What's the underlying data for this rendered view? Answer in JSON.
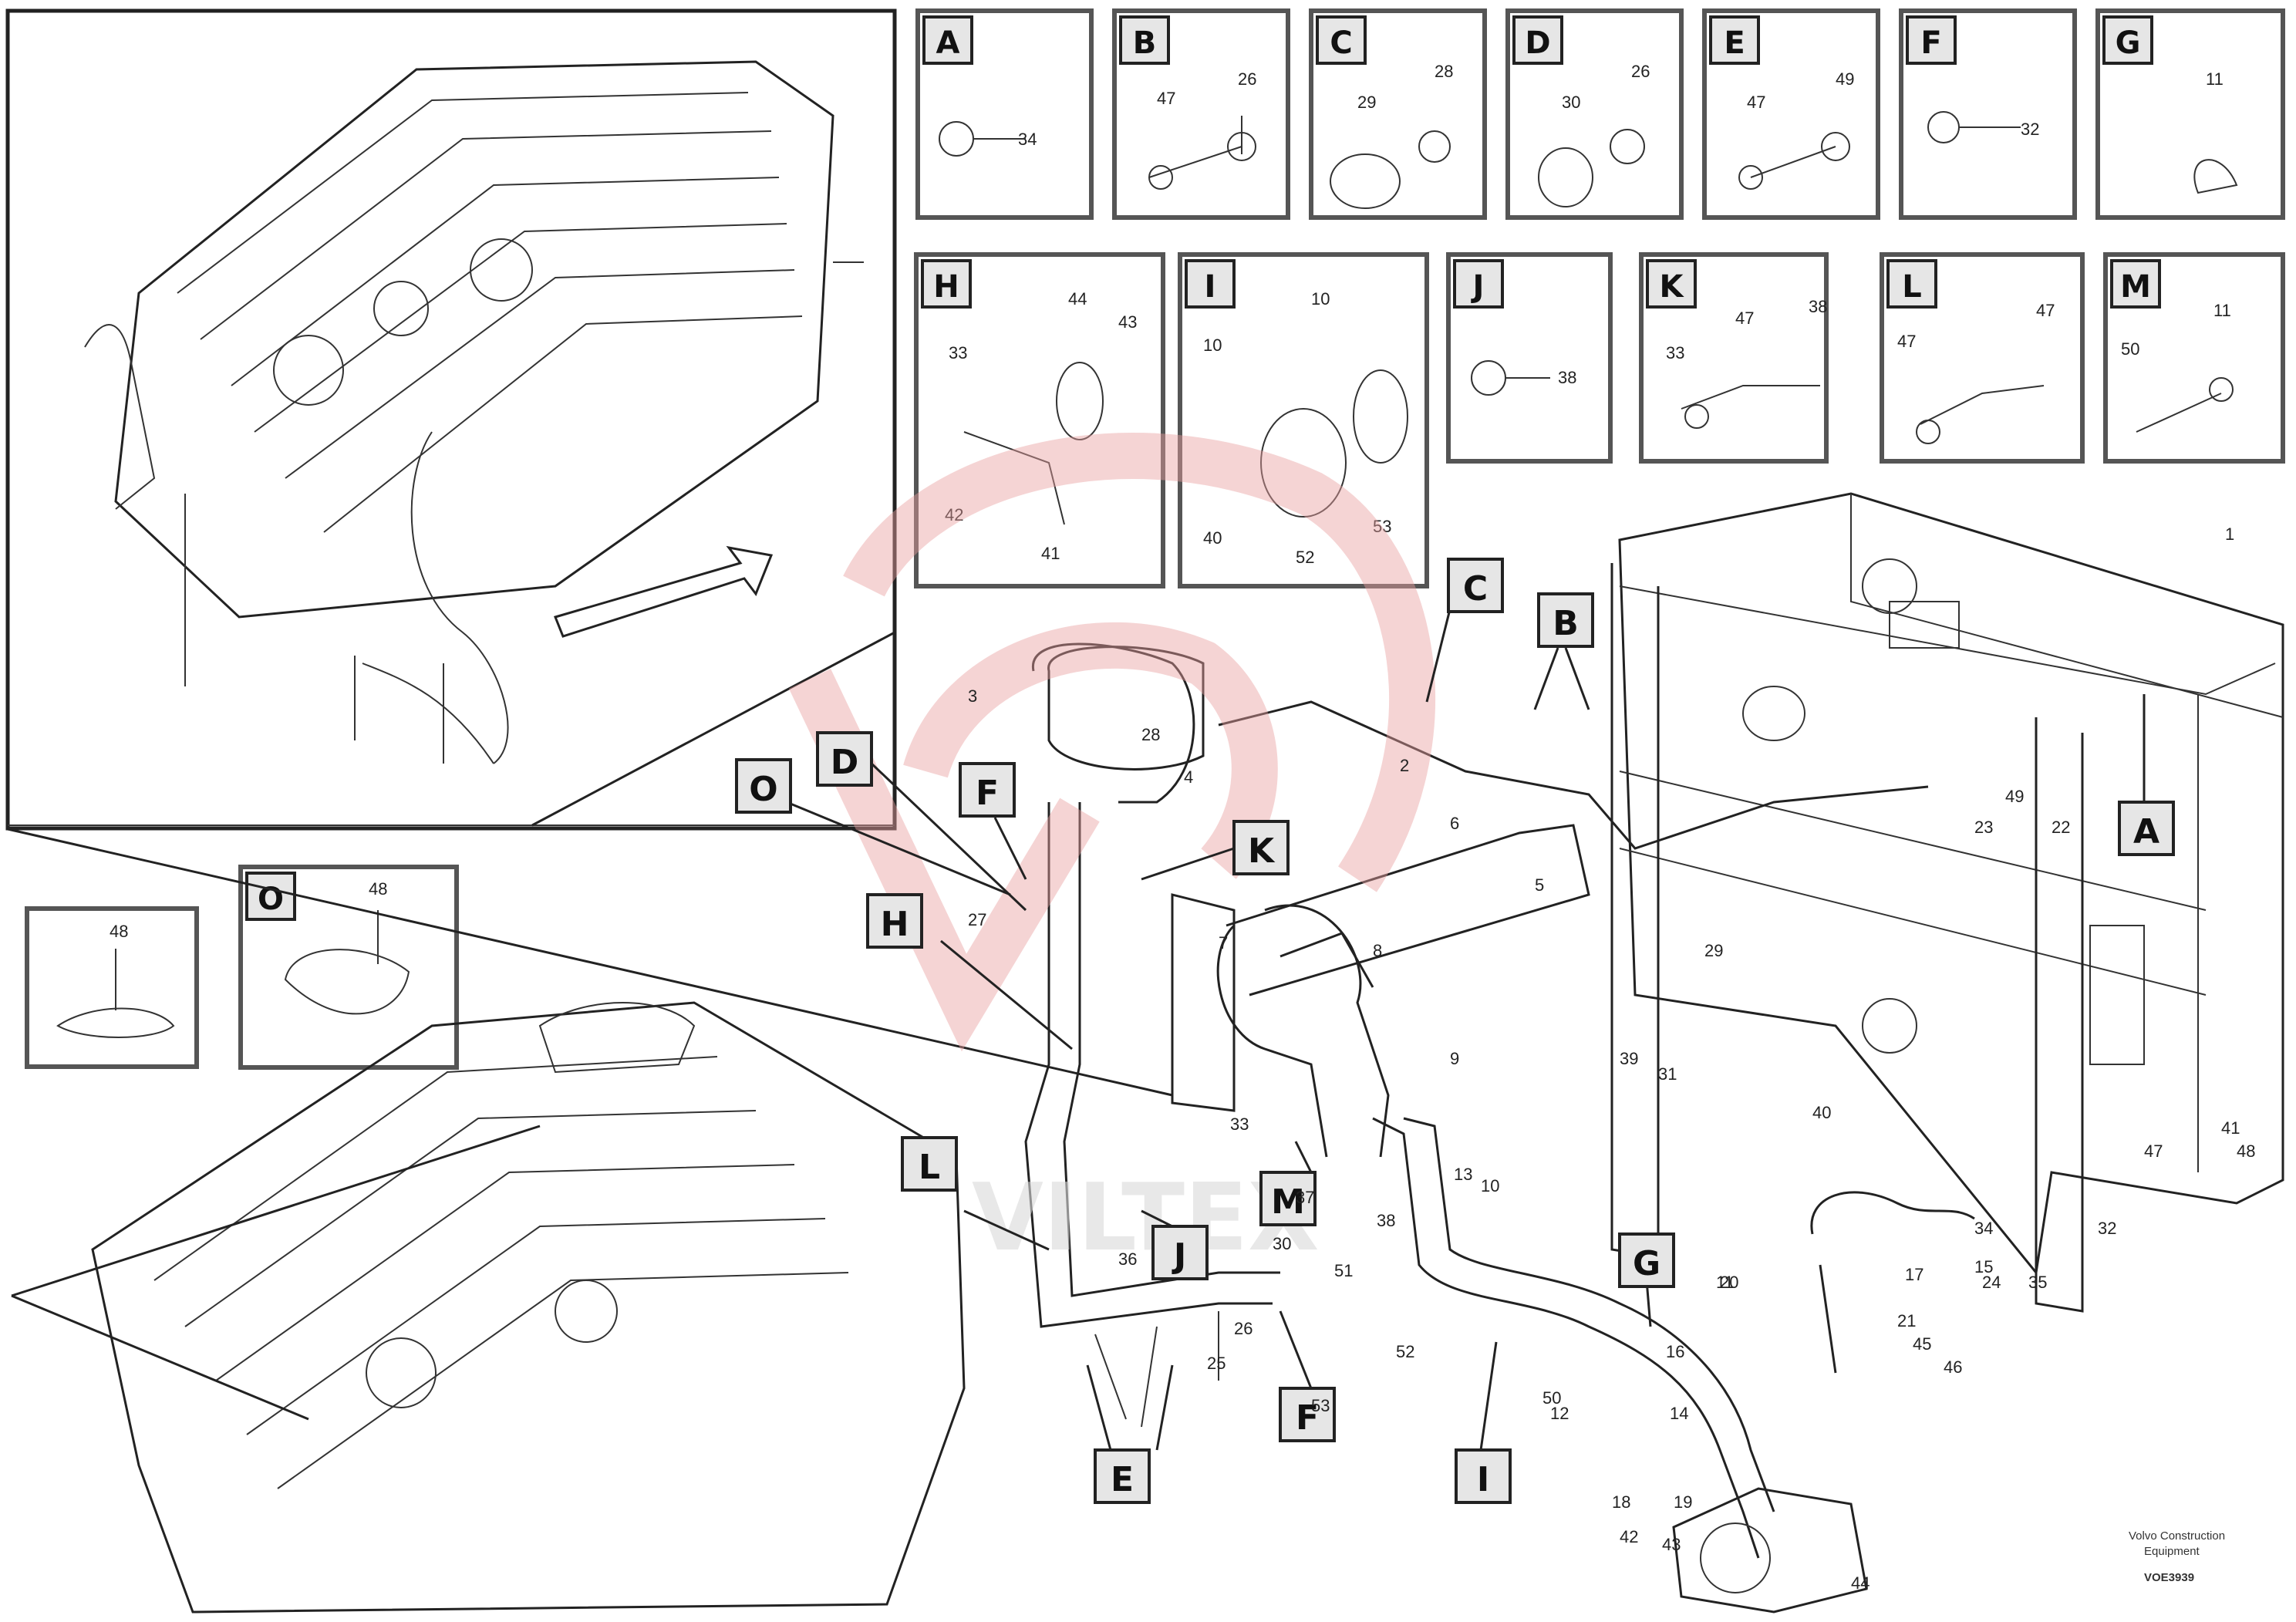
{
  "watermark": {
    "text": "VILTEX",
    "color": "#e8a0a0"
  },
  "detail_boxes": [
    {
      "letter": "A",
      "numbers": [
        "34"
      ]
    },
    {
      "letter": "B",
      "numbers": [
        "47",
        "26"
      ]
    },
    {
      "letter": "C",
      "numbers": [
        "29",
        "28"
      ]
    },
    {
      "letter": "D",
      "numbers": [
        "30",
        "26"
      ]
    },
    {
      "letter": "E",
      "numbers": [
        "47",
        "49"
      ]
    },
    {
      "letter": "F",
      "numbers": [
        "32"
      ]
    },
    {
      "letter": "G",
      "numbers": [
        "11"
      ]
    },
    {
      "letter": "H",
      "numbers": [
        "44",
        "43",
        "33",
        "42",
        "41"
      ]
    },
    {
      "letter": "I",
      "numbers": [
        "10",
        "10",
        "40",
        "52",
        "53"
      ]
    },
    {
      "letter": "J",
      "numbers": [
        "38"
      ]
    },
    {
      "letter": "K",
      "numbers": [
        "47",
        "38",
        "33"
      ]
    },
    {
      "letter": "L",
      "numbers": [
        "47",
        "47"
      ]
    },
    {
      "letter": "M",
      "numbers": [
        "11",
        "50"
      ]
    }
  ],
  "side_boxes": [
    {
      "letter": "",
      "numbers": [
        "48"
      ]
    },
    {
      "letter": "O",
      "numbers": [
        "48"
      ]
    }
  ],
  "callouts": [
    "C",
    "B",
    "A",
    "D",
    "O",
    "F",
    "K",
    "H",
    "L",
    "M",
    "J",
    "G",
    "E",
    "F",
    "I"
  ],
  "part_numbers": [
    "1",
    "2",
    "3",
    "4",
    "5",
    "6",
    "7",
    "8",
    "9",
    "10",
    "11",
    "12",
    "13",
    "14",
    "15",
    "16",
    "17",
    "18",
    "19",
    "20",
    "21",
    "22",
    "23",
    "24",
    "25",
    "26",
    "27",
    "28",
    "29",
    "30",
    "31",
    "32",
    "33",
    "34",
    "35",
    "36",
    "37",
    "38",
    "39",
    "40",
    "41",
    "42",
    "43",
    "44",
    "45",
    "46",
    "47",
    "48",
    "49",
    "50",
    "51",
    "52",
    "53"
  ],
  "footer": {
    "line1": "Volvo Construction",
    "line2": "Equipment",
    "code": "VOE3939"
  }
}
